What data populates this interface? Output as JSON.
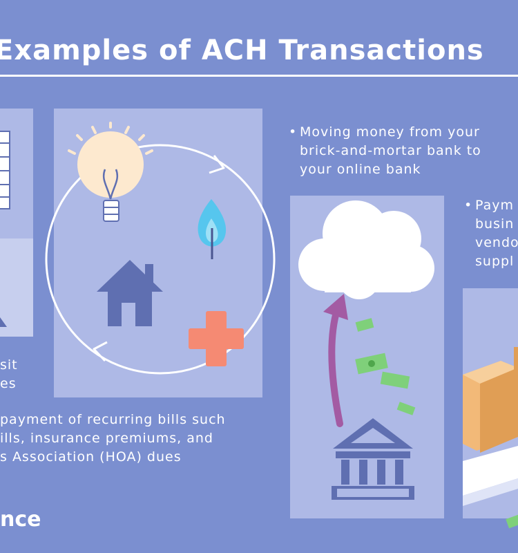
{
  "title": "Examples of ACH Transactions",
  "examples": {
    "direct_deposit": {
      "lines": [
        "sit",
        "es"
      ]
    },
    "recurring_bills": {
      "lines": [
        "payment of recurring bills such",
        "ills, insurance premiums, and",
        "s Association (HOA) dues"
      ]
    },
    "bank_transfer": {
      "bullet": "•",
      "lines": [
        "Moving money from your",
        "brick-and-mortar bank to",
        "your online bank"
      ]
    },
    "vendor_payment": {
      "bullet": "•",
      "lines": [
        "Paym",
        "busin",
        "vendo",
        "suppl"
      ]
    }
  },
  "logo": {
    "text": "nce"
  },
  "colors": {
    "background": "#7b8fd0",
    "panel": "#aeb9e6",
    "icon_blue": "#5f6fb1",
    "cloud": "#ffffff",
    "arrow": "#a35ba3",
    "money": "#7fd07a",
    "cross": "#f58a73",
    "flame": "#56c6ee",
    "box": "#f2b978",
    "bulb_glow": "#fde9cf"
  }
}
